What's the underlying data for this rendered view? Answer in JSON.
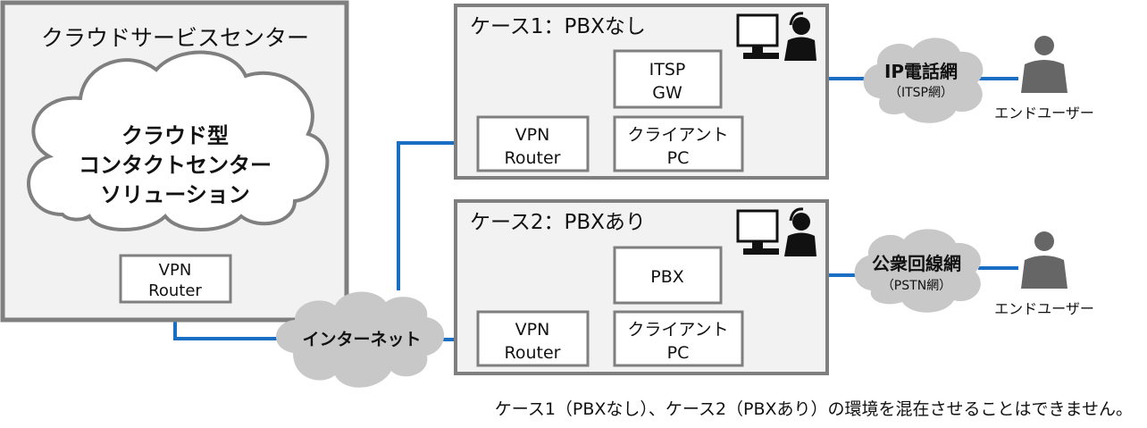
{
  "cloud_center": {
    "title": "クラウドサービスセンター",
    "cloud_lines": [
      "クラウド型",
      "コンタクトセンター",
      "ソリューション"
    ],
    "router_lines": [
      "VPN",
      "Router"
    ]
  },
  "internet": {
    "label": "インターネット"
  },
  "case1": {
    "title": "ケース1：PBXなし",
    "gw_lines": [
      "ITSP",
      "GW"
    ],
    "router_lines": [
      "VPN",
      "Router"
    ],
    "client_lines": [
      "クライアント",
      "PC"
    ],
    "network_lines": [
      "IP電話網",
      "（ITSP網）"
    ],
    "end_user": "エンドユーザー"
  },
  "case2": {
    "title": "ケース2：PBXあり",
    "pbx": "PBX",
    "router_lines": [
      "VPN",
      "Router"
    ],
    "client_lines": [
      "クライアント",
      "PC"
    ],
    "network_lines": [
      "公衆回線網",
      "（PSTN網）"
    ],
    "end_user": "エンドユーザー"
  },
  "note": "ケース1（PBXなし）、ケース2（PBXあり）の環境を混在させることはできません。",
  "colors": {
    "line": "#1a6fc4",
    "border": "#7f7f7f",
    "panel_fill": "#f2f2f2",
    "cloud_gray": "#c8c8c8",
    "person": "#666666"
  }
}
